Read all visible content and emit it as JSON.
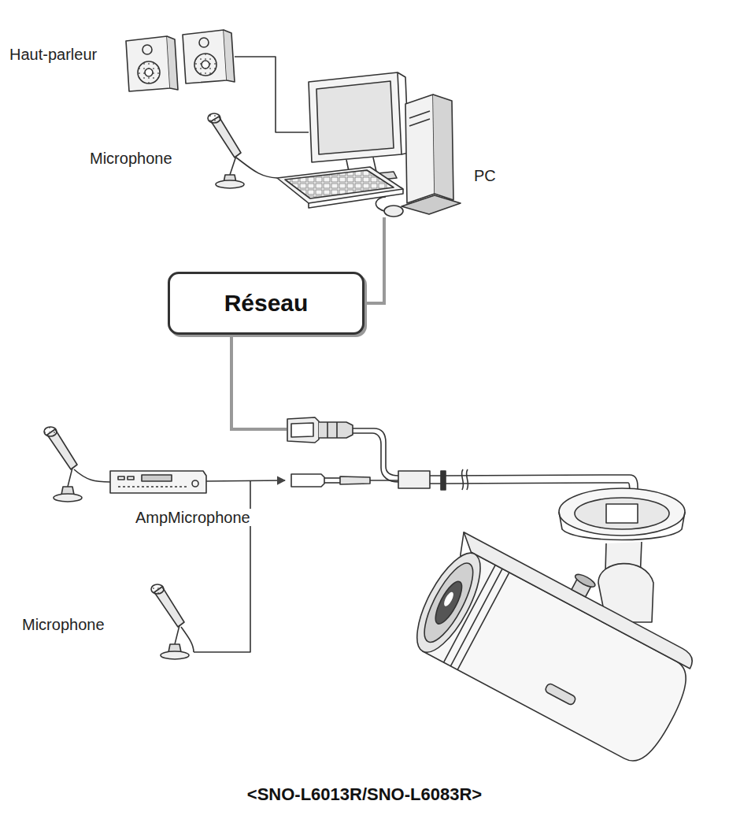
{
  "diagram": {
    "caption": "<SNO-L6013R/SNO-L6083R>",
    "nodes": [
      {
        "text": [
          "Réseau"
        ]
      }
    ],
    "labels": [
      "Haut-parleur",
      "Microphone",
      "PC",
      "AmpMicrophone",
      "Microphone"
    ]
  }
}
